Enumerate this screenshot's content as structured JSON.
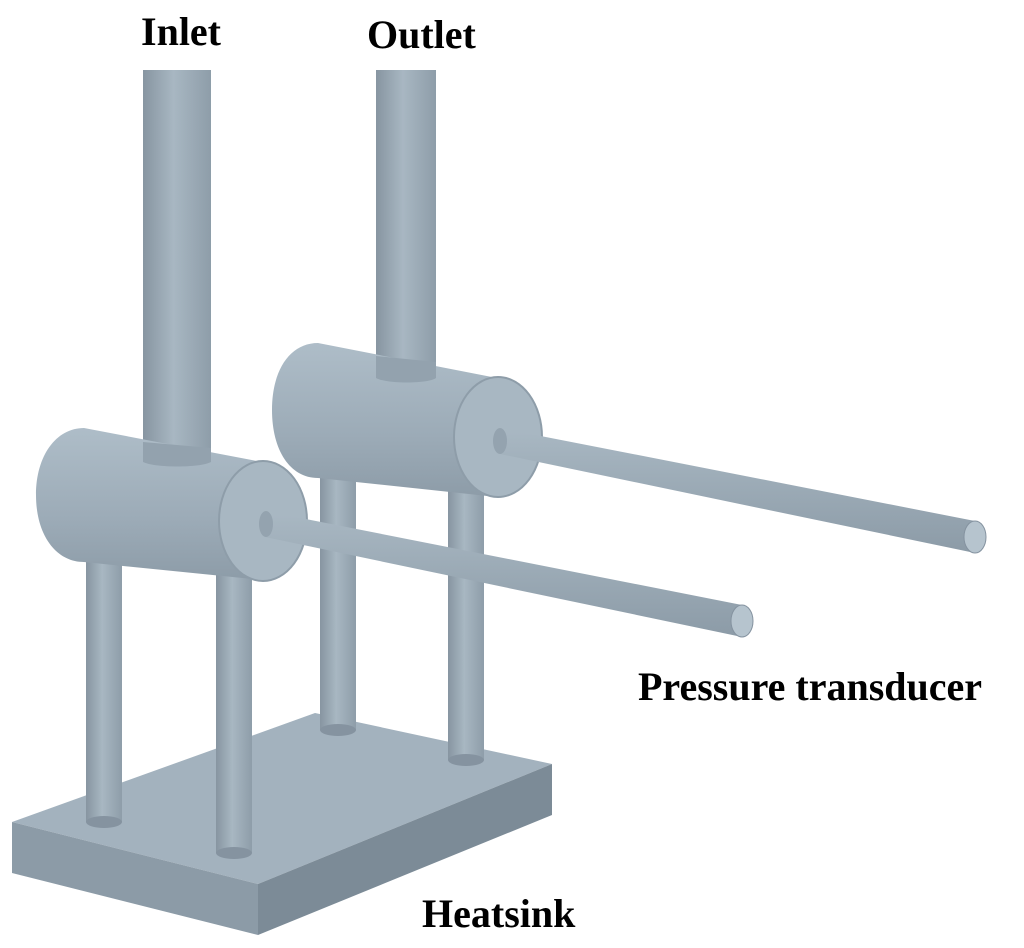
{
  "labels": {
    "inlet": "Inlet",
    "outlet": "Outlet",
    "pressure_transducer": "Pressure transducer",
    "heatsink": "Heatsink"
  },
  "colors": {
    "metal_light": "#b3c2cd",
    "metal_mid": "#9eadb9",
    "metal_dark": "#7f8e9a",
    "metal_darker": "#6b7a86",
    "background": "#ffffff",
    "text": "#000000"
  }
}
